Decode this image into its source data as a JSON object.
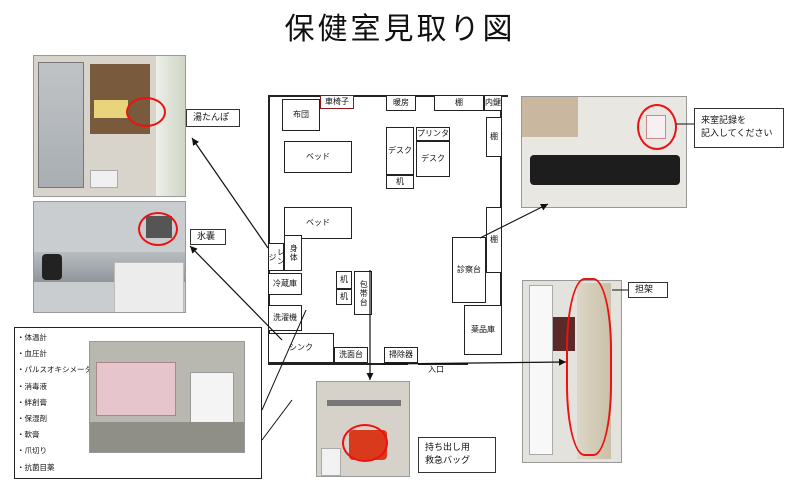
{
  "title": "保健室見取り図",
  "rooms": {
    "futon": "布団",
    "wheelchair": "車椅子",
    "heater": "暖房",
    "shelf_top": "棚",
    "built_in": "内鍵",
    "shelf_right1": "棚",
    "shelf_right2": "棚",
    "bed1": "ベッド",
    "bed2": "ベッド",
    "desk1": "デスク",
    "printer": "プリンタ",
    "desk2": "デスク",
    "desk_small": "机",
    "range": "レンジ",
    "body_scale": "身体",
    "fridge": "冷蔵庫",
    "washer": "洗濯機",
    "sink": "シンク",
    "washbasin": "洗面台",
    "desk3": "机",
    "desk4": "机",
    "bandage": "包帯台",
    "exam_table": "診察台",
    "medicine": "薬品庫",
    "cleaning": "掃除器",
    "entrance": "入口"
  },
  "callouts": {
    "yutanpo": "湯たんぽ",
    "hyono": "氷嚢",
    "entry_record_1": "来室記録を",
    "entry_record_2": "記入してください",
    "stretcher": "担架",
    "emergency_bag_1": "持ち出し用",
    "emergency_bag_2": "救急バッグ"
  },
  "supplies": [
    "・体温計",
    "・血圧計",
    "・パルスオキシメーター",
    "・消毒液",
    "・絆創膏",
    "・保湿剤",
    "・軟膏",
    "・爪切り",
    "・抗菌目薬"
  ],
  "colors": {
    "highlight": "#e11111",
    "wall": "#222222"
  }
}
